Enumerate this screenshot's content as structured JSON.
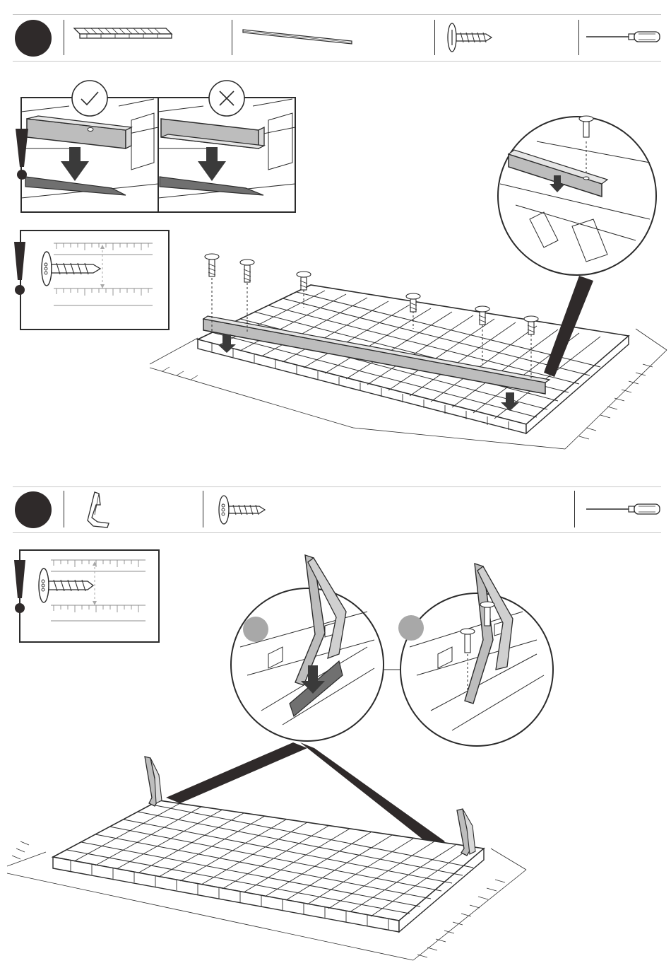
{
  "document": "assembly-instructions",
  "colors": {
    "ink": "#2b2b2b",
    "step_marker": "#2f2a2a",
    "rail_fill": "#bdbdbd",
    "shadow_fill": "#707070",
    "hint_gray": "#a8a8a8"
  },
  "steps": [
    {
      "marker": "filled-circle",
      "parts": [
        "floor-panel-icon",
        "metal-rail-icon",
        "screw-icon",
        "screwdriver-icon"
      ],
      "callouts": [
        "correct-check-icon",
        "wrong-cross-icon",
        "warning-exclamation-icon",
        "screw-length-gauge"
      ]
    },
    {
      "marker": "filled-circle",
      "parts": [
        "hinge-bracket-icon",
        "screw-icon",
        "screwdriver-icon"
      ],
      "callouts": [
        "warning-exclamation-icon",
        "screw-length-gauge"
      ],
      "substeps": [
        "gray-circle-marker",
        "gray-circle-marker"
      ]
    }
  ]
}
